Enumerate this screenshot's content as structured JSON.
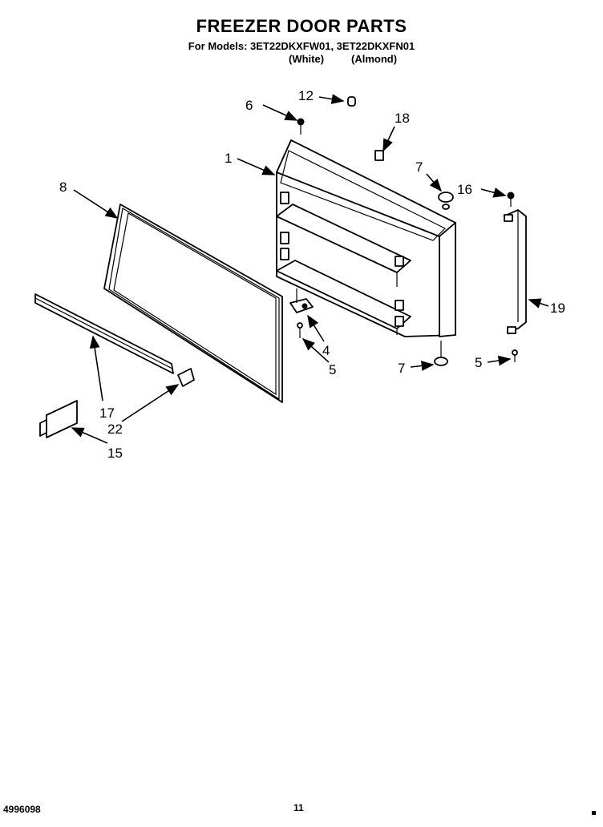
{
  "header": {
    "title": "FREEZER DOOR PARTS",
    "models_line": "For Models: 3ET22DKXFW01, 3ET22DKXFN01",
    "variant_white": "(White)",
    "variant_almond": "(Almond)"
  },
  "footer": {
    "doc_number": "4996098",
    "page_number": "11"
  },
  "callouts": {
    "c1": "1",
    "c4": "4",
    "c5a": "5",
    "c5b": "5",
    "c6": "6",
    "c7a": "7",
    "c7b": "7",
    "c8": "8",
    "c12": "12",
    "c15": "15",
    "c16": "16",
    "c17": "17",
    "c18": "18",
    "c19": "19",
    "c22": "22"
  }
}
